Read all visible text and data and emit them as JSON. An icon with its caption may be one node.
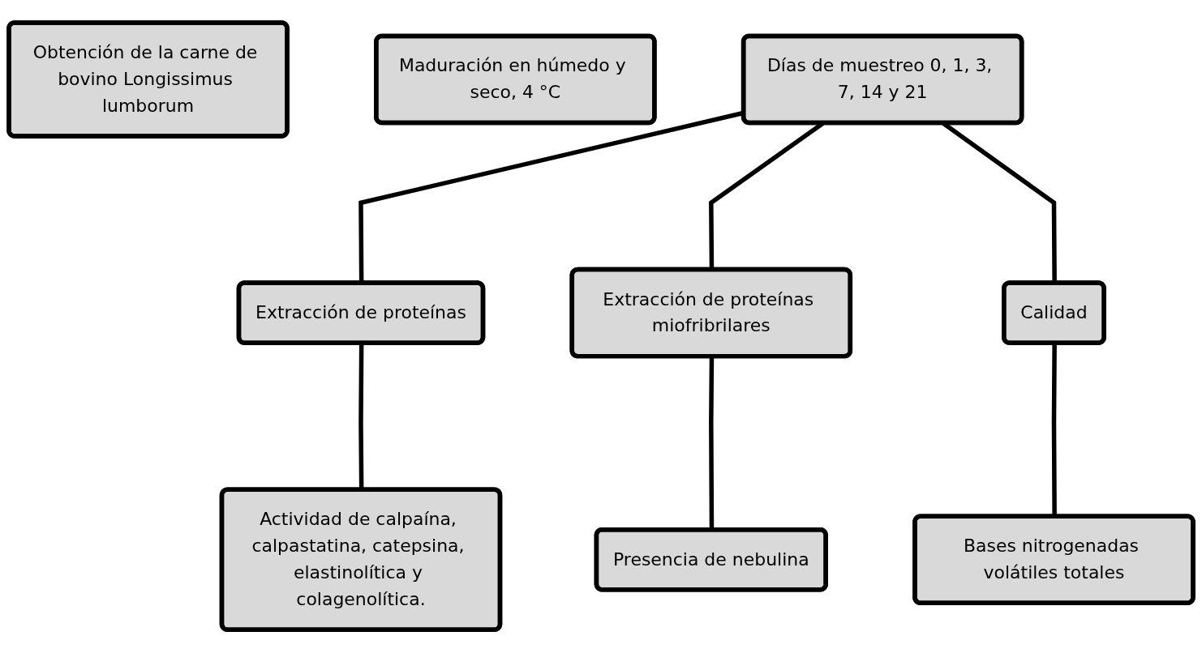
{
  "diagram": {
    "nodes": [
      {
        "text": [
          "Obtención de la carne de bovino Longissimus lumborum"
        ]
      },
      {
        "text": [
          "Maduración en húmedo y seco, 4 °C"
        ]
      },
      {
        "text": [
          "Días de muestreo 0, 1, 3, 7, 14 y 21"
        ]
      },
      {
        "text": [
          "Extracción de proteínas"
        ]
      },
      {
        "text": [
          "Extracción de proteínas miofribrilares"
        ]
      },
      {
        "text": [
          "Calidad"
        ]
      },
      {
        "text": [
          "Actividad de calpaína, calpastatina, catepsina, elastinolítica y colagenolítica."
        ]
      },
      {
        "text": [
          "Presencia de nebulina"
        ]
      },
      {
        "text": [
          "Bases nitrogenadas volátiles totales"
        ]
      }
    ],
    "edges": [
      {
        "from": 2,
        "to": 3,
        "arrow": "none"
      },
      {
        "from": 2,
        "to": 4,
        "arrow": "none"
      },
      {
        "from": 2,
        "to": 5,
        "arrow": "none"
      },
      {
        "from": 3,
        "to": 6,
        "arrow": "none"
      },
      {
        "from": 4,
        "to": 7,
        "arrow": "none"
      },
      {
        "from": 5,
        "to": 8,
        "arrow": "none"
      }
    ]
  }
}
